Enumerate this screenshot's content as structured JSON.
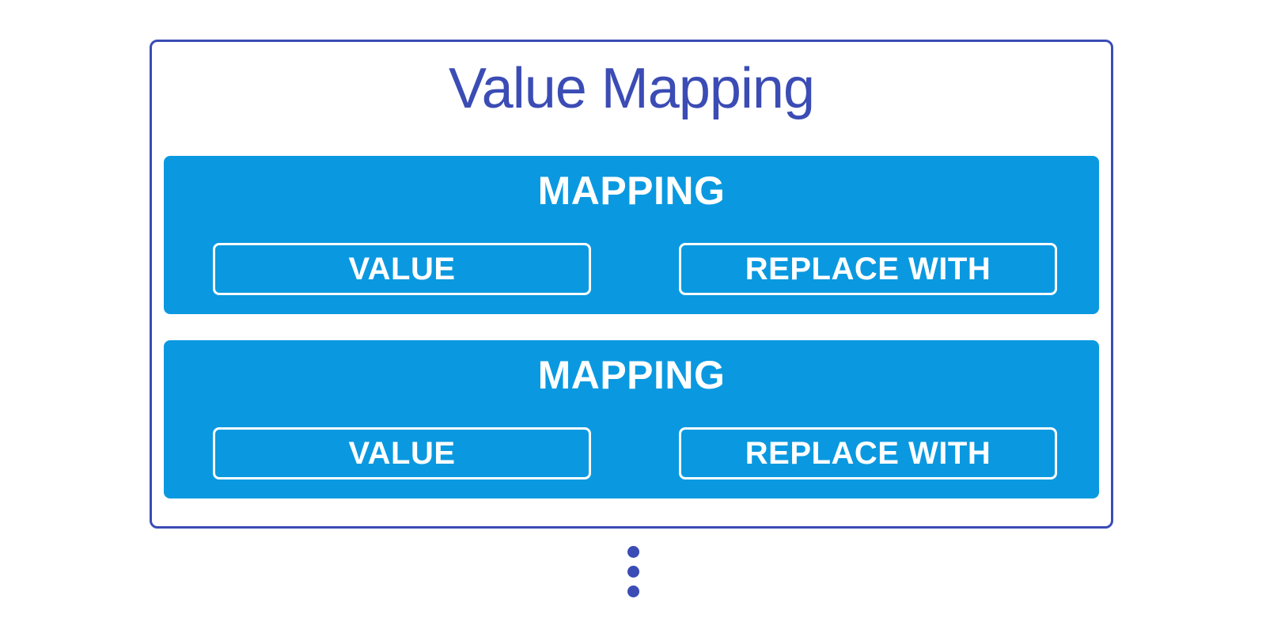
{
  "diagram": {
    "title": "Value Mapping",
    "mappings": [
      {
        "title": "MAPPING",
        "fields": [
          {
            "label": "VALUE"
          },
          {
            "label": "REPLACE WITH"
          }
        ]
      },
      {
        "title": "MAPPING",
        "fields": [
          {
            "label": "VALUE"
          },
          {
            "label": "REPLACE WITH"
          }
        ]
      }
    ],
    "ellipsis": {
      "dot_count": 3
    },
    "colors": {
      "indigo": "#3b4cb5",
      "blue": "#0a99e0",
      "field_text": "#ffffff"
    }
  }
}
